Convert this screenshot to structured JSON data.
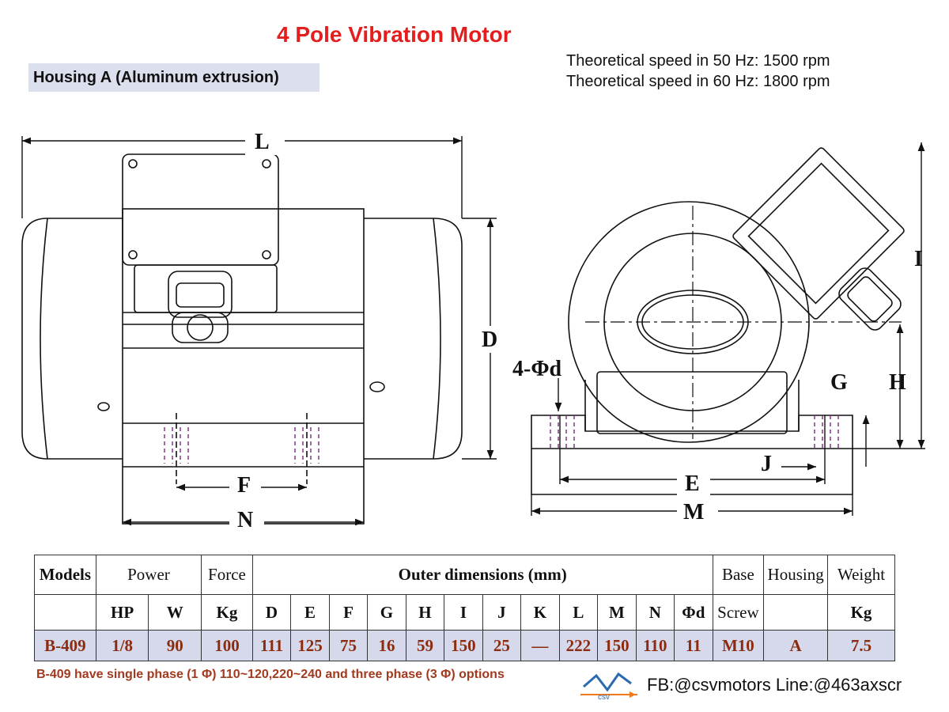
{
  "title": "4 Pole Vibration Motor",
  "housing_label": "Housing A (Aluminum extrusion)",
  "speeds": [
    {
      "label": "Theoretical speed in 50 Hz:",
      "value": "1500 rpm"
    },
    {
      "label": "Theoretical speed in 60 Hz:",
      "value": "1800 rpm"
    }
  ],
  "drawing_labels": {
    "L": "L",
    "D": "D",
    "F": "F",
    "N": "N",
    "I": "I",
    "H": "H",
    "G": "G",
    "J": "J",
    "E": "E",
    "M": "M",
    "holes": "4-Φd"
  },
  "table": {
    "header1": {
      "models": "Models",
      "power": "Power",
      "force": "Force",
      "outer": "Outer dimensions (mm)",
      "base": "Base",
      "housing": "Housing",
      "weight": "Weight"
    },
    "header2": [
      "HP",
      "W",
      "Kg",
      "D",
      "E",
      "F",
      "G",
      "H",
      "I",
      "J",
      "K",
      "L",
      "M",
      "N",
      "Φd",
      "Screw",
      "Kg"
    ],
    "row": {
      "model": "B-409",
      "hp": "1/8",
      "w": "90",
      "kg": "100",
      "dims": [
        "111",
        "125",
        "75",
        "16",
        "59",
        "150",
        "25",
        "—",
        "222",
        "150",
        "110",
        "11"
      ],
      "screw": "M10",
      "housing": "A",
      "weight": "7.5"
    }
  },
  "note": "B-409 have single phase (1 Φ) 110~120,220~240 and  three phase (3 Φ) options",
  "logo_text": "csv",
  "contact": "FB:@csvmotors  Line:@463axscr",
  "colors": {
    "title": "#e41e1e",
    "note": "#a3391e",
    "table_value": "#8b2c0e",
    "row_bg": "#d6d9ec"
  }
}
